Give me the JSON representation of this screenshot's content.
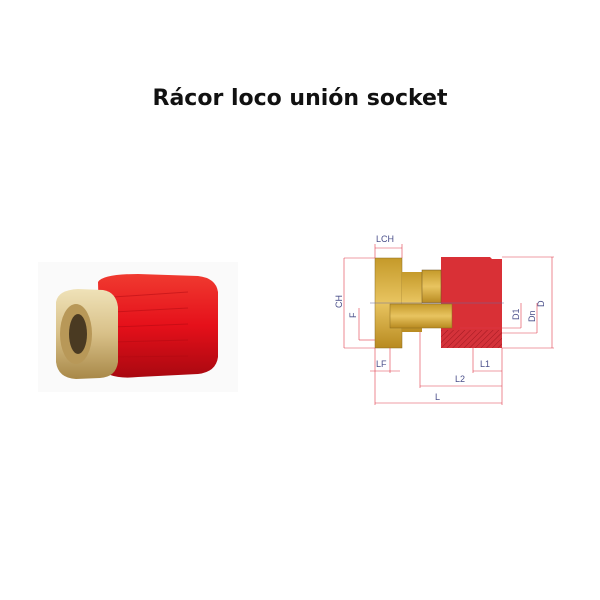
{
  "title": "Rácor loco unión socket",
  "colors": {
    "red": "#d93036",
    "brass": "#c9a03a",
    "dimension": "#e03a4a",
    "label": "#4a4f8a"
  },
  "photo": {
    "icon": "fitting-photo"
  },
  "diagram": {
    "labels": {
      "lch": "LCH",
      "ch": "CH",
      "f": "F",
      "d1": "D1",
      "dn": "Dn",
      "d": "D",
      "lf": "LF",
      "l1": "L1",
      "l2": "L2",
      "l": "L"
    }
  }
}
